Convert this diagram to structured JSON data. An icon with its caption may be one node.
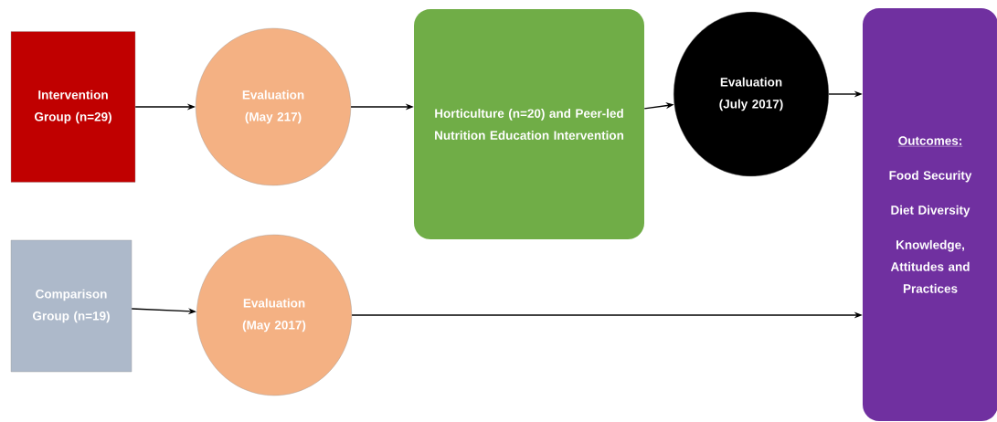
{
  "diagram": {
    "nodes": [
      {
        "text": [
          "Intervention Group (n=29)"
        ]
      },
      {
        "text": [
          "Evaluation (May 217)"
        ]
      },
      {
        "text": [
          "Horticulture (n=20) and Peer-led Nutrition Education Intervention"
        ]
      },
      {
        "text": [
          "Evaluation (July 2017)"
        ]
      },
      {
        "text": [
          "Outcomes:",
          "Food Security",
          "Diet Diversity",
          "Knowledge, Attitudes and Practices"
        ]
      },
      {
        "text": [
          "Comparison Group (n=19)"
        ]
      },
      {
        "text": [
          "Evaluation (May 2017)"
        ]
      }
    ],
    "edges": [
      {
        "from": 0,
        "to": 1,
        "arrow": "to"
      },
      {
        "from": 1,
        "to": 2,
        "arrow": "to"
      },
      {
        "from": 2,
        "to": 3,
        "arrow": "to"
      },
      {
        "from": 3,
        "to": 4,
        "arrow": "to"
      },
      {
        "from": 5,
        "to": 6,
        "arrow": "to"
      },
      {
        "from": 6,
        "to": 4,
        "arrow": "to"
      }
    ]
  }
}
